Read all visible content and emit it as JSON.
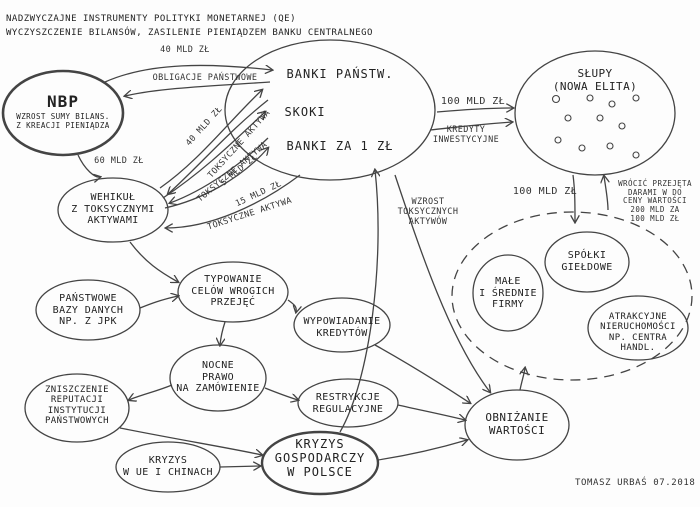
{
  "title_lines": [
    "NADZWYCZAJNE INSTRUMENTY POLITYKI MONETARNEJ (QE)",
    "WYCZYSZCZENIE BILANSÓW, ZASILENIE PIENIĄDZEM BANKU CENTRALNEGO"
  ],
  "nodes": {
    "nbp": {
      "title": "NBP",
      "subtitle": "WZROST SUMY BILANS.\nZ KREACJI PIENIĄDZA"
    },
    "banks": {
      "line1": "BANKI PAŃSTW.",
      "line2": "SKOKI",
      "line3": "BANKI ZA 1 ZŁ"
    },
    "elite": {
      "label": "SŁUPY\n(NOWA ELITA)"
    },
    "vehicles": {
      "label": "WEHIKUŁ\nZ TOKSYCZNYMI\nAKTYWAMI"
    },
    "state_db": {
      "label": "PAŃSTWOWE\nBAZY DANYCH\nNP. Z JPK"
    },
    "targeting": {
      "label": "TYPOWANIE\nCELÓW WROGICH\nPRZEJĘĆ"
    },
    "credit_term": {
      "label": "WYPOWIADANIE\nKREDYTÓW"
    },
    "night_law": {
      "label": "NOCNE\nPRAWO\nNA ZAMÓWIENIE"
    },
    "reputation": {
      "label": "ZNISZCZENIE\nREPUTACJI\nINSTYTUCJI\nPAŃSTWOWYCH"
    },
    "regulatory": {
      "label": "RESTRYKCJE\nREGULACYJNE"
    },
    "crisis_eu": {
      "label": "KRYZYS\nW UE I CHINACH"
    },
    "crisis_pl": {
      "label": "KRYZYS\nGOSPODARCZY\nW POLSCE"
    },
    "devaluation": {
      "label": "OBNIŻANIE\nWARTOŚCI"
    },
    "sme": {
      "label": "MAŁE\nI ŚREDNIE\nFIRMY"
    },
    "listed": {
      "label": "SPÓŁKI\nGIEŁDOWE"
    },
    "real_estate": {
      "label": "ATRAKCYJNE\nNIERUCHOMOŚCI\nNP. CENTRA HANDL."
    }
  },
  "edge_labels": {
    "nbp_banks_40": "40 MLD ZŁ",
    "bonds": "OBLIGACJE PAŃSTWOWE",
    "toxic_40": "40 MLD ZŁ",
    "toxic_assets_a": "TOKSYCZNE AKTYWA",
    "toxic_5": "5 MLD ZŁ",
    "toxic_assets_b": "TOKSYCZNE AKTYWA",
    "toxic_15": "15 MLD ZŁ",
    "toxic_assets_c": "TOKSYCZNE AKTYWA",
    "nbp_vehicle_60": "60 MLD ZŁ",
    "banks_elite_100": "100 MLD ZŁ",
    "inv_credits": "KREDYTY\nINWESTYCYJNE",
    "elite_down_100": "100 MLD ZŁ",
    "buyback": "WRÓCIĆ PRZEJĘTA\nDARAMI W DO\nCENY WARTOŚCI\n200 MLD ZA\n100 MLD ZŁ",
    "toxic_growth": "WZROST\nTOKSYCZNYCH\nAKTYWÓW"
  },
  "signature": "TOMASZ URBAŚ 07.2018"
}
